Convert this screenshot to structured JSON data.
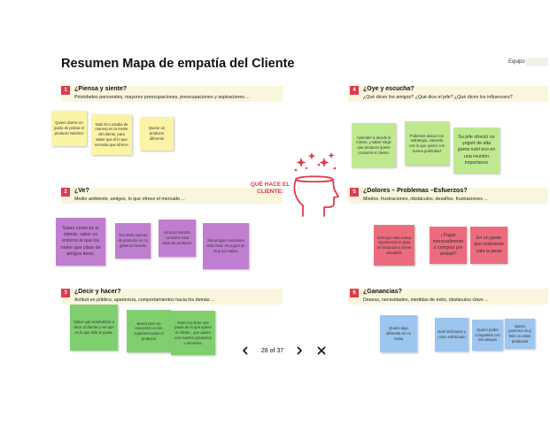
{
  "slide": {
    "title": "Resumen Mapa de empatía del Cliente",
    "team_label": "Equipo",
    "center_label": "QUÉ HACE EL CLIENTE:"
  },
  "colors": {
    "accent": "#e03a4e",
    "header_bg": "#f9f6dd"
  },
  "sections": [
    {
      "number": "1",
      "title": "¿Piensa y siente?",
      "subtitle": "Prioridades personales, mayores preocupaciones, preocupaciones y aspiraciones ...",
      "notes": [
        {
          "text": "Quiere darme un gusto de probar el producto Nutrisco",
          "color": "#fbf3a6"
        },
        {
          "text": "Nutri Eco estaba de manera en la mente del cliente, para saber que él lo que necesita que ofrecer",
          "color": "#fbf3a6"
        },
        {
          "text": "Quiere un producto diferente",
          "color": "#fbf3a6"
        }
      ]
    },
    {
      "number": "2",
      "title": "¿Ve?",
      "subtitle": "Medio ambiente, amigos, lo que ofrece el mercado ...",
      "notes": [
        {
          "text": "Saber como es el cliente, saber su entorno al que los rodee que clase de amigos tiene.",
          "color": "#c07ed0"
        },
        {
          "text": "Ven otras marcas de producto en mi géneros favorito",
          "color": "#c07ed0"
        },
        {
          "text": "Mi actor favorito consume esta clase de producto.",
          "color": "#c07ed0"
        },
        {
          "text": "Mis amigos consumen esta clase de yogurt de muy rico sabor.",
          "color": "#c07ed0"
        }
      ]
    },
    {
      "number": "3",
      "title": "¿Decir y hacer?",
      "subtitle": "Actitud en público, apariencia, comportamientos hacia los demás ...",
      "notes": [
        {
          "text": "Saber que acostumbra a decir al cliente y ver que es lo que más le gusta.",
          "color": "#7fcf6e"
        },
        {
          "text": "Buscó pero no encuentro en los supermercados el producto",
          "color": "#7fcf6e"
        },
        {
          "text": "Nutri eco tiene una pauta de lo que quiere el cliente , que quiere con nuestro productos o servicios.",
          "color": "#7fcf6e"
        }
      ]
    },
    {
      "number": "4",
      "title": "¿Oye y escucha?",
      "subtitle": "¿Qué dicen los amigos? ¿Qué dice el jefe? ¿Qué dicen los influencers?",
      "notes": [
        {
          "text": "Aprender a decidir el mismo, y saber elegir que producto quiere consumir el cliente.",
          "color": "#bfe98f"
        },
        {
          "text": "Podemos atacar con estrategia, alacanto con lo que quiere con buena publicidad",
          "color": "#bfe98f"
        },
        {
          "text": "Su jefe ofreció un yogurt de alta gama nutri eco en una reunión importance",
          "color": "#bfe98f"
        }
      ]
    },
    {
      "number": "5",
      "title": "¿Dolores – Problemas –Esfuerzos?",
      "subtitle": "Miedos, frustraciones, obstáculos, desafíos, frustraciones ...",
      "notes": [
        {
          "text": "Será que esta nueva experiencia se para mí Empezar a comer saludable",
          "color": "#ec6b7d"
        },
        {
          "text": "¡ Pagar mensualmente o comprar por unidad?",
          "color": "#ec6b7d"
        },
        {
          "text": "En un gasto que realmente vale la pena",
          "color": "#ec6b7d"
        }
      ]
    },
    {
      "number": "6",
      "title": "¿Ganancias?",
      "subtitle": "Deseos, necesidades, medidas de éxito, obstáculos clave ...",
      "notes": [
        {
          "text": "Quiero algo diferente en mi rutina",
          "color": "#9cc6f0"
        },
        {
          "text": "Nutri deliciosos y como sofisticado",
          "color": "#9cc6f0"
        },
        {
          "text": "Quiero poder compartirlo con mis amigos",
          "color": "#9cc6f0"
        },
        {
          "text": "Quiero ponerme muy feliz en estos productos",
          "color": "#9cc6f0"
        }
      ]
    }
  ],
  "pager": {
    "prev_icon": "chevron-left-icon",
    "next_icon": "chevron-right-icon",
    "close_icon": "close-icon",
    "page_text": "28 of 37"
  }
}
